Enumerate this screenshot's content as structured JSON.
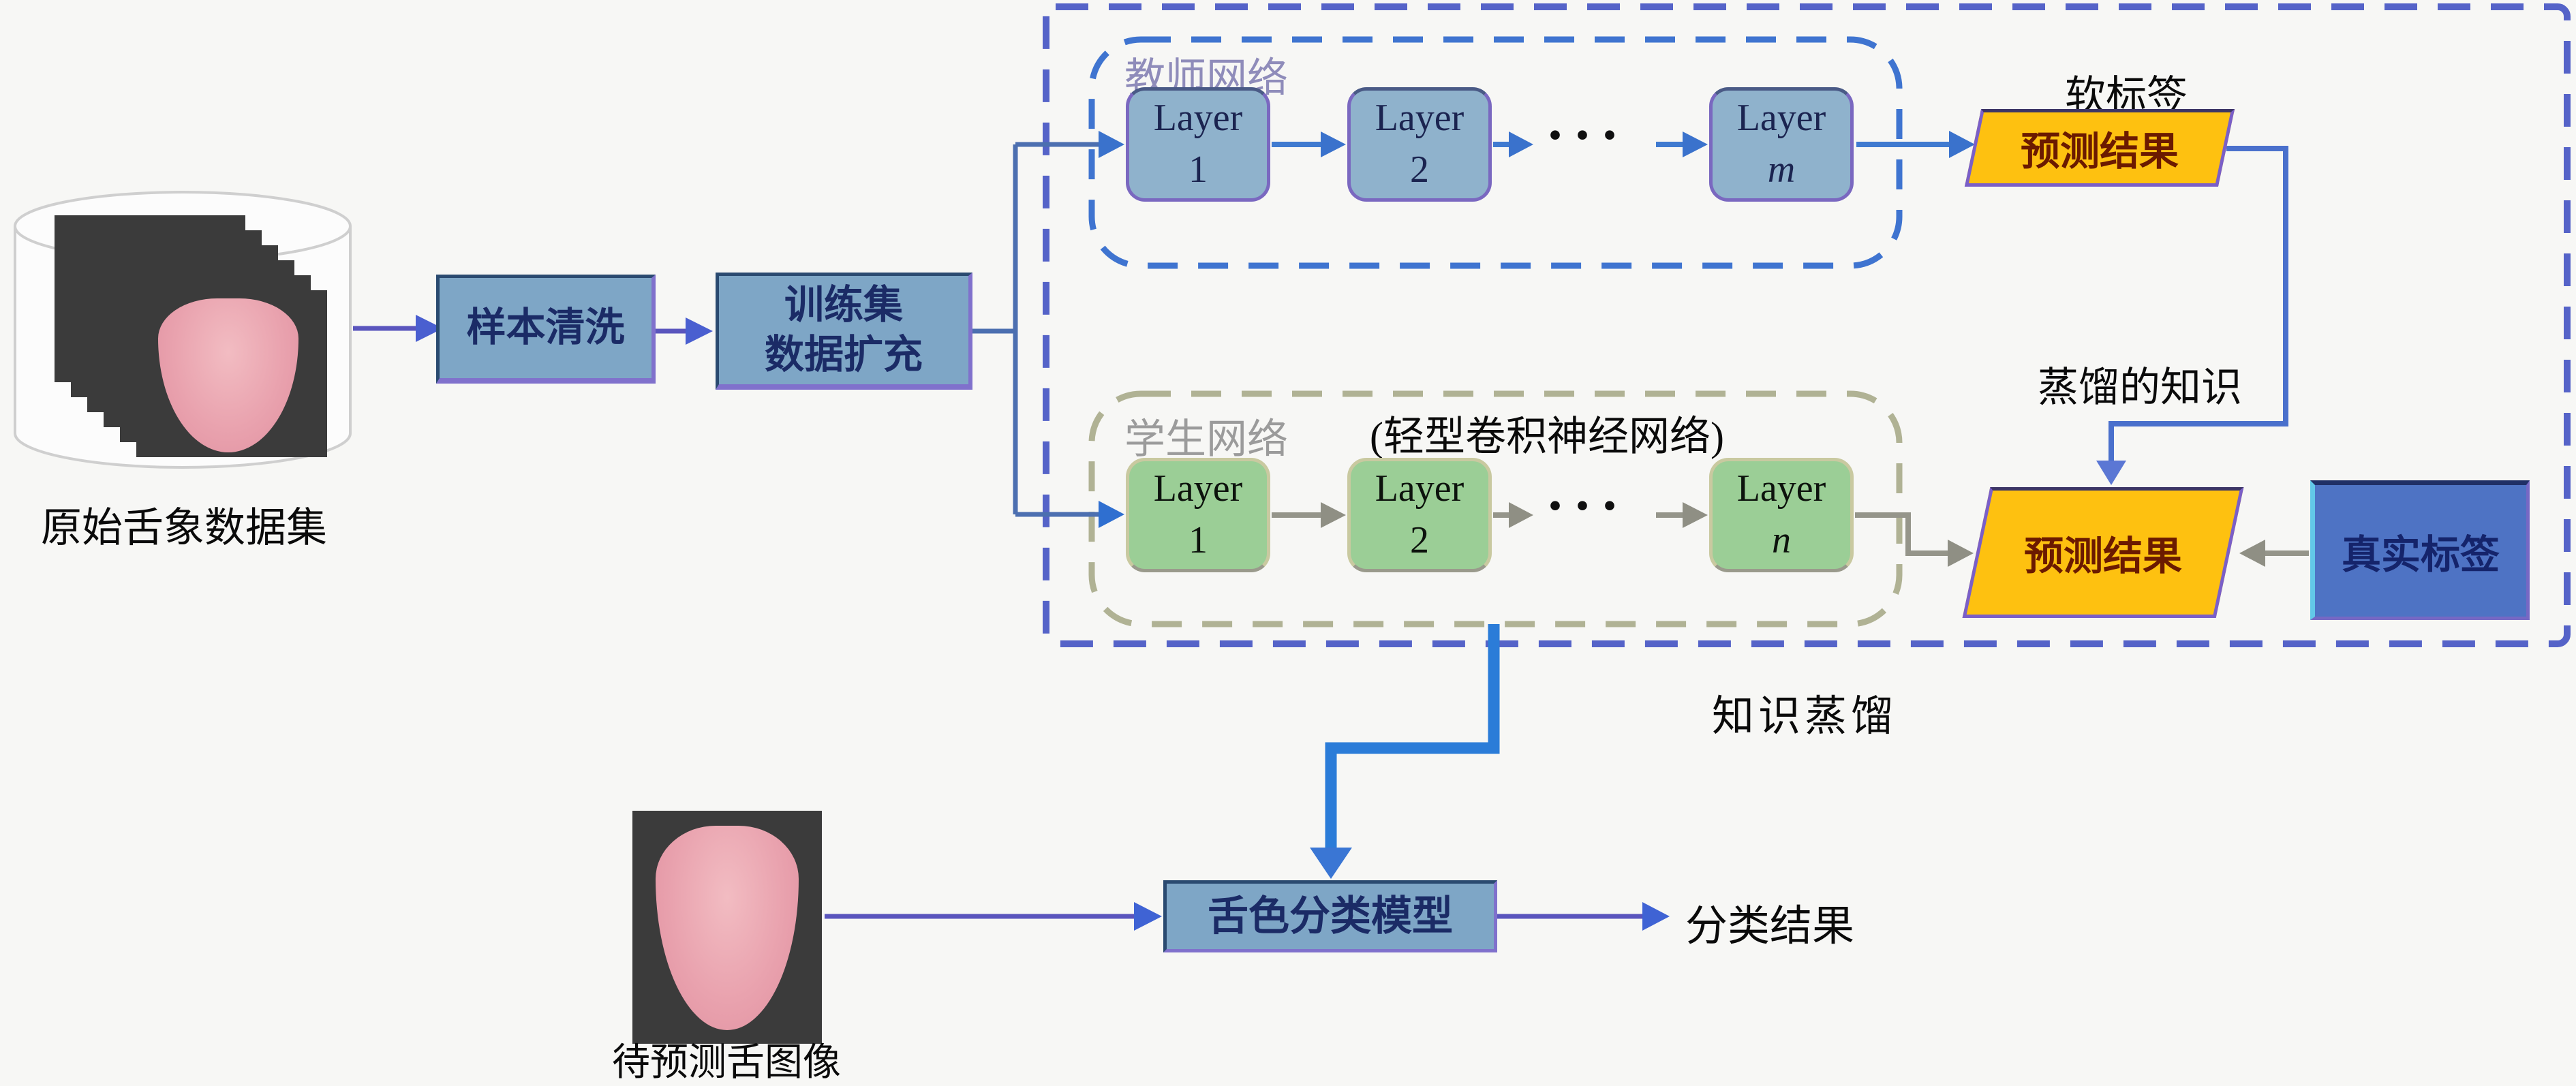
{
  "dataset": {
    "label": "原始舌象数据集"
  },
  "steps": {
    "clean": "样本清洗",
    "augment_line1": "训练集",
    "augment_line2": "数据扩充"
  },
  "teacher": {
    "title": "教师网络",
    "layers": [
      {
        "line1": "Layer",
        "line2": "1"
      },
      {
        "line1": "Layer",
        "line2": "2"
      },
      {
        "line1": "Layer",
        "line2": "m"
      }
    ],
    "dots": "···",
    "soft_label": "软标签",
    "prediction": "预测结果"
  },
  "student": {
    "title": "学生网络",
    "subtitle": "(轻型卷积神经网络)",
    "layers": [
      {
        "line1": "Layer",
        "line2": "1"
      },
      {
        "line1": "Layer",
        "line2": "2"
      },
      {
        "line1": "Layer",
        "line2": "n"
      }
    ],
    "dots": "···",
    "prediction": "预测结果"
  },
  "distill": {
    "knowledge_label": "蒸馏的知识",
    "box_label": "知识蒸馏",
    "true_label": "真实标签"
  },
  "inference": {
    "test_image_label": "待预测舌图像",
    "classifier": "舌色分类模型",
    "result": "分类结果"
  },
  "colors": {
    "teacher_layer_fill": "#8fb2cc",
    "student_layer_fill": "#9bce96",
    "process_box_fill": "#7ea6c6",
    "prediction_fill": "#fec110",
    "true_label_fill": "#4e73c4",
    "arrow_blue": "#3a72cc",
    "arrow_gray": "#95958a",
    "arrow_slate": "#5a55bd",
    "thick_arrow_blue": "#2b7cd8",
    "outer_dash": "#5563c8",
    "teacher_dash": "#3f74d0",
    "student_dash": "#b0b294"
  }
}
